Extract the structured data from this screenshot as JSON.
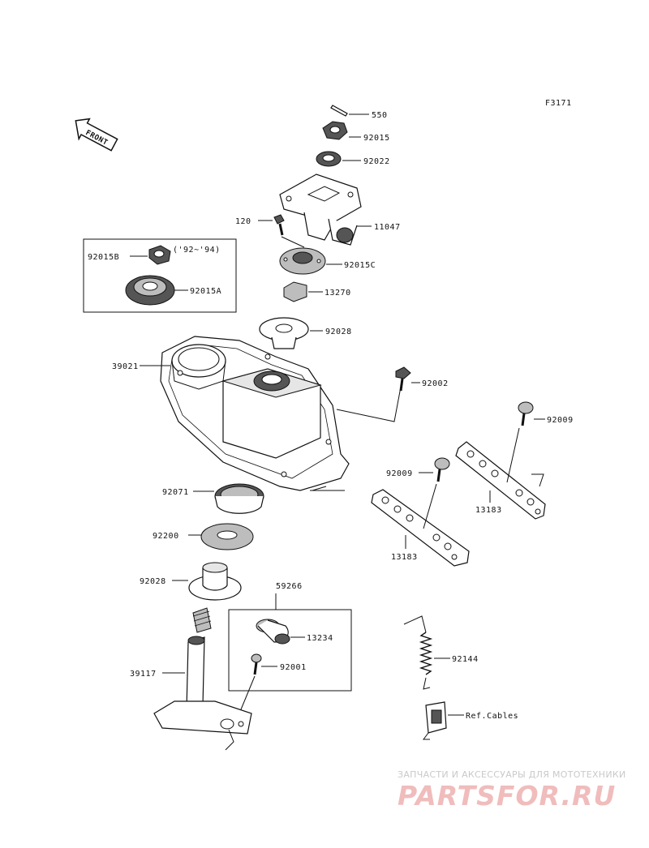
{
  "figure_id": "F3171",
  "front_label": "FRONT",
  "inset_note": "('92~'94)",
  "parts": {
    "p550": "550",
    "p92015": "92015",
    "p92022": "92022",
    "p11047": "11047",
    "p120": "120",
    "p92015C": "92015C",
    "p92015B": "92015B",
    "p92015A": "92015A",
    "p13270": "13270",
    "p92028a": "92028",
    "p39021": "39021",
    "p92002": "92002",
    "p92009a": "92009",
    "p92009b": "92009",
    "p13183a": "13183",
    "p13183b": "13183",
    "p92071": "92071",
    "p92200": "92200",
    "p92028b": "92028",
    "p59266": "59266",
    "p13234": "13234",
    "p92001": "92001",
    "p39117": "39117",
    "p92144": "92144",
    "refcables": "Ref.Cables"
  },
  "watermark": {
    "tagline": "ЗАПЧАСТИ И АКСЕССУАРЫ ДЛЯ МОТОТЕХНИКИ",
    "logo": "PARTSFOR.RU"
  }
}
